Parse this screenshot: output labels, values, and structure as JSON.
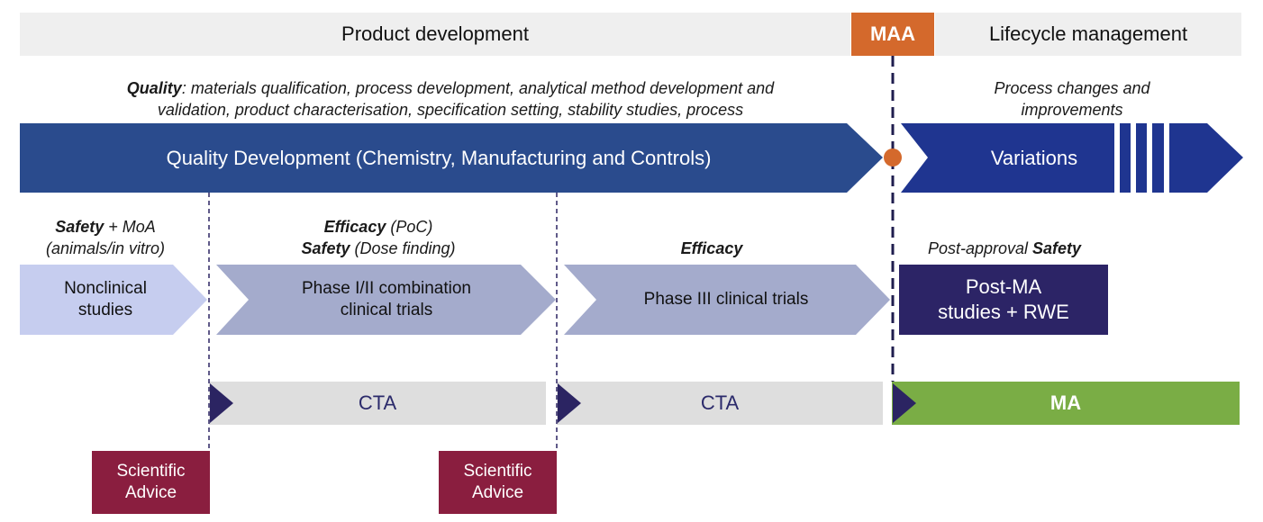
{
  "header": {
    "left_title": "Product development",
    "maa_label": "MAA",
    "right_title": "Lifecycle management"
  },
  "quality_note": {
    "bold": "Quality",
    "rest_line1": ": materials qualification, process development, analytical method development and",
    "line2": "validation, product characterisation, specification setting, stability studies, process"
  },
  "process_note": {
    "line1": "Process changes and",
    "line2": "improvements"
  },
  "quality_arrow": {
    "label": "Quality Development (Chemistry, Manufacturing and Controls)"
  },
  "variations_arrow": {
    "label": "Variations"
  },
  "stage_notes": {
    "safety_moa": {
      "bold": "Safety",
      "rest": " + MoA",
      "line2": "(animals/in vitro)"
    },
    "efficacy_poc": {
      "bold1": "Efficacy",
      "rest1": " (PoC)",
      "bold2": "Safety",
      "rest2": " (Dose finding)"
    },
    "efficacy": {
      "bold": "Efficacy"
    },
    "post_approval": {
      "pre": "Post-approval ",
      "bold": "Safety"
    }
  },
  "phases": {
    "nonclinical": {
      "line1": "Nonclinical",
      "line2": "studies"
    },
    "phase12": {
      "line1": "Phase I/II combination",
      "line2": "clinical trials"
    },
    "phase3": {
      "line1": "Phase III clinical trials"
    },
    "post_ma": {
      "line1": "Post-MA",
      "line2": "studies + RWE"
    }
  },
  "regulatory": {
    "cta1": "CTA",
    "cta2": "CTA",
    "ma": "MA"
  },
  "scientific_advice": [
    {
      "line1": "Scientific",
      "line2": "Advice"
    },
    {
      "line1": "Scientific",
      "line2": "Advice"
    }
  ],
  "colors": {
    "header_band": "#efefef",
    "maa": "#d4692c",
    "quality_blue": "#2a4b8d",
    "variations_blue": "#1f3590",
    "nonclinical": "#c6cdef",
    "phase": "#a4abcc",
    "post_ma": "#2c2466",
    "cta_band": "#dedede",
    "ma_green": "#7aad45",
    "triangle": "#2b2462",
    "sci_advice": "#8a1e3f"
  }
}
